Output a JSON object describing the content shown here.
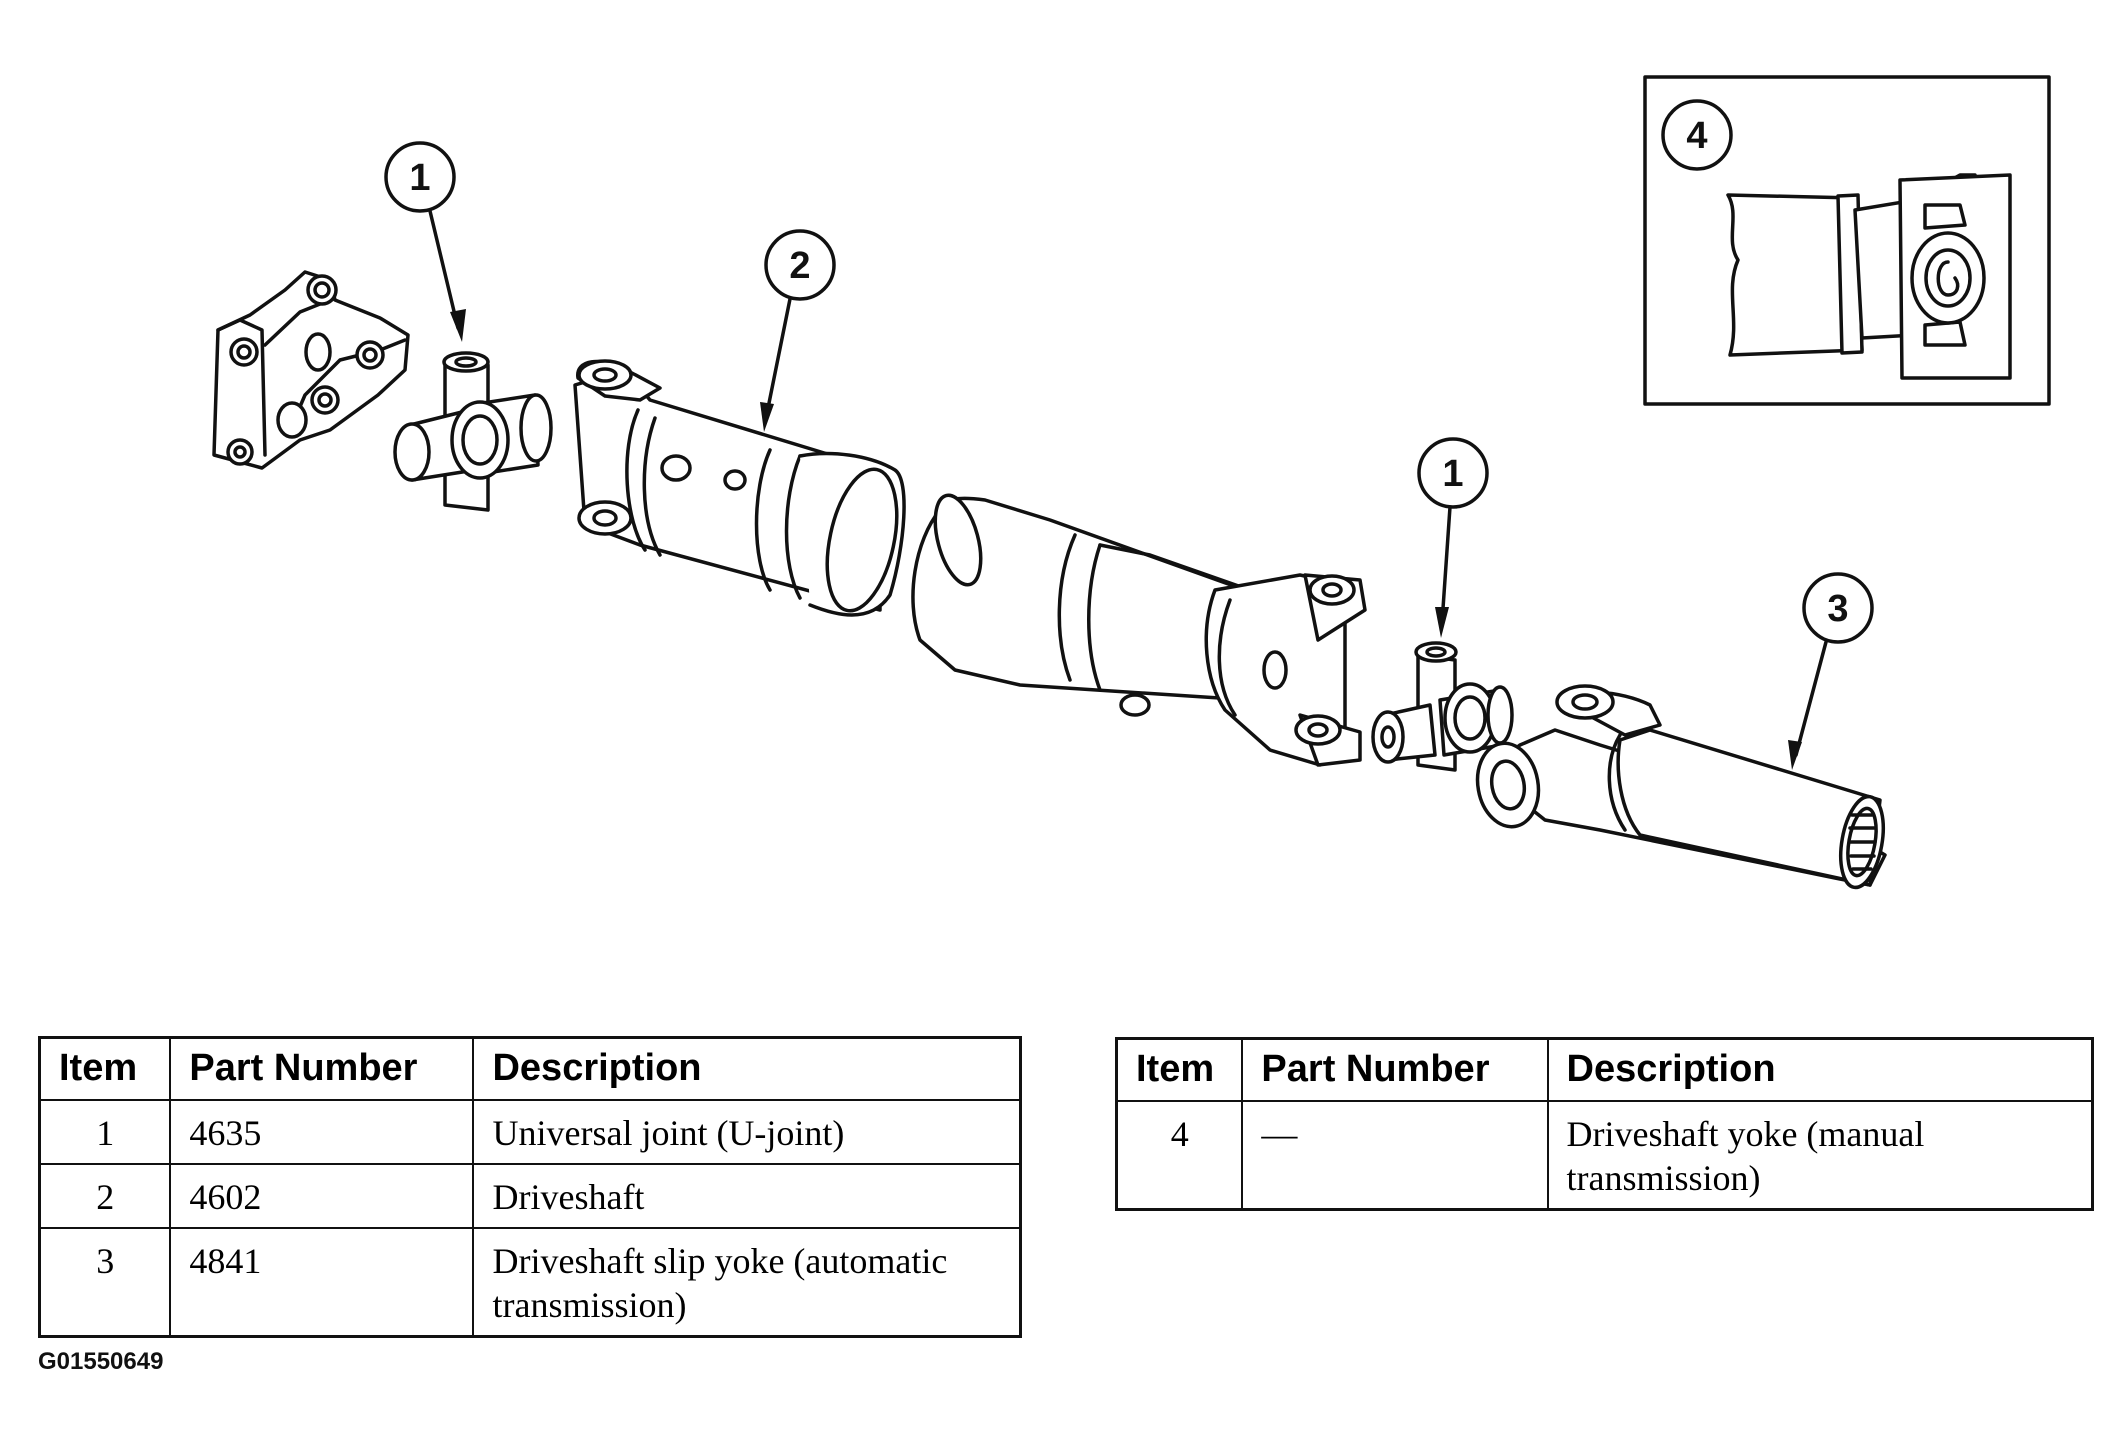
{
  "callouts": [
    {
      "label": "1"
    },
    {
      "label": "2"
    },
    {
      "label": "1"
    },
    {
      "label": "3"
    },
    {
      "label": "4"
    }
  ],
  "tables": [
    {
      "headers": [
        "Item",
        "Part Number",
        "Description"
      ],
      "rows": [
        {
          "item": "1",
          "part_number": "4635",
          "description": "Universal joint (U-joint)"
        },
        {
          "item": "2",
          "part_number": "4602",
          "description": "Driveshaft"
        },
        {
          "item": "3",
          "part_number": "4841",
          "description": "Driveshaft slip yoke (automatic transmission)"
        }
      ]
    },
    {
      "headers": [
        "Item",
        "Part Number",
        "Description"
      ],
      "rows": [
        {
          "item": "4",
          "part_number": "—",
          "description": "Driveshaft yoke (manual transmission)"
        }
      ]
    }
  ],
  "figure_code": "G01550649"
}
